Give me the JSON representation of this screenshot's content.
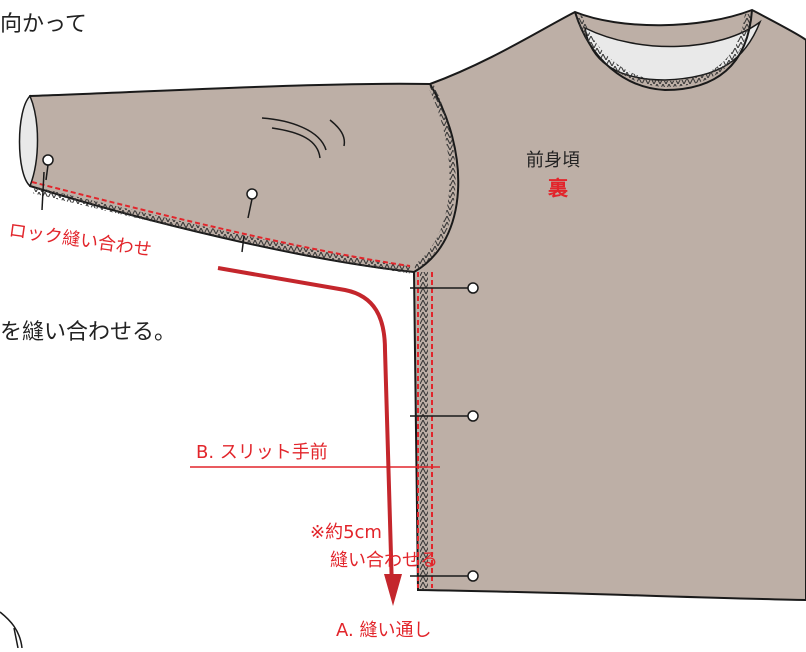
{
  "colors": {
    "fabric": "#bdafa6",
    "outline": "#1a1a1a",
    "accent_red": "#e2252b",
    "arrow_red": "#c4262c",
    "neck_inner": "#e9e9e9"
  },
  "texts": {
    "top_instruction_fragment": "向かって",
    "mid_instruction_fragment": "を縫い合わせる。",
    "body_label": "前身頃",
    "side_label": "裏",
    "serge_label": "ロック縫い合わせ",
    "slit_label": "B. スリット手前",
    "note_line1": "※約5cm",
    "note_line2": "縫い合わせる",
    "end_label": "A. 縫い通し"
  }
}
